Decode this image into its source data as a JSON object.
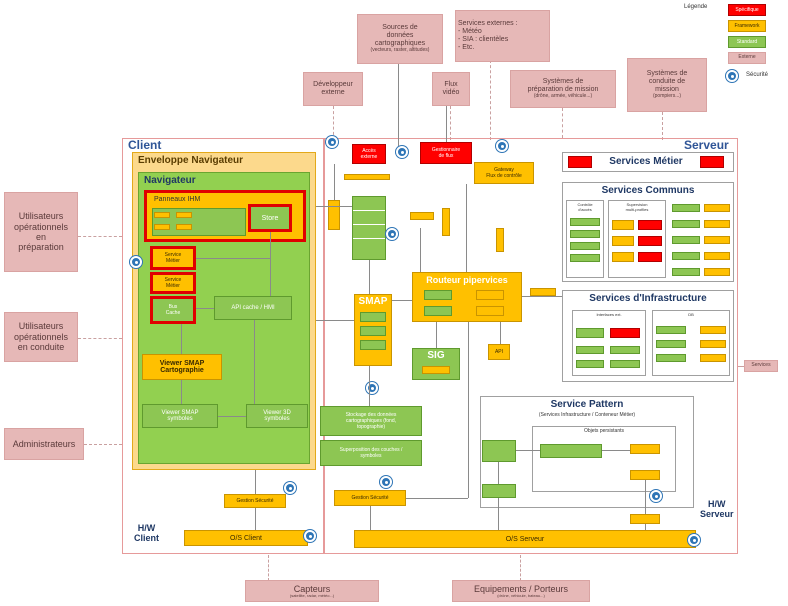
{
  "regions": {
    "client_label": "Client",
    "server_label": "Serveur",
    "hw_client": "H/W\nClient",
    "hw_server": "H/W\nServeur"
  },
  "actors": {
    "ops_prep": "Utilisateurs\nopérationnels\nen\npréparation",
    "ops_driving": "Utilisateurs\nopérationnels\nen conduite",
    "admins": "Administrateurs",
    "external_dev": "Développeur\nexterne",
    "carto_sources": "Sources de\ndonnées\ncartographiques",
    "carto_sources_sub": "(vecteurs, raster, altitudes)",
    "external_services": "Services externes :\n- Météo\n- SIA : clientèles\n- Etc.",
    "video_flows": "Flux\nvidéo",
    "prep_systems": "Systèmes de\npréparation de mission",
    "prep_systems_sub": "(drône, armée, véhicule...)",
    "driving_systems": "Systèmes de\nconduite de\nmission",
    "driving_systems_sub": "(pompiers...)",
    "sensors": "Capteurs",
    "sensors_sub": "(satellite, radar, météo...)",
    "equipment": "Equipements / Porteurs",
    "equipment_sub": "(drône, véhicule, bateau...)",
    "right_small": "Services"
  },
  "legend": {
    "title": "Légende",
    "specific": "Spécifique",
    "framework": "Framework",
    "standard": "Standard",
    "external": "Externe",
    "security": "Sécurité",
    "colors": {
      "specific": "#ff0000",
      "framework": "#ffc000",
      "standard": "#92d050",
      "external": "#e6b8b7",
      "security": "#2e75b6"
    }
  },
  "client": {
    "envelope_title": "Enveloppe Navigateur",
    "browser_title": "Navigateur",
    "hmi_panels": "Panneaux IHM",
    "store": "Store",
    "api_cache": "API cache / HMI",
    "smap_viewer": "Viewer SMAP\nCartographie",
    "smap_viewer2": "Viewer SMAP\nsymboles",
    "viewer_3d": "Viewer 3D\nsymboles",
    "red_a": "Service\nMétier",
    "red_b": "Service\nMétier",
    "red_c": "Bus\nCache",
    "security_mgr": "Gestion Sécurité",
    "os_client": "O/S Client"
  },
  "server": {
    "business_services": "Services Métier",
    "common_services": "Services Communs",
    "common_a": "Contrôle\nd'accès",
    "common_b": "Supervision\nmulti-profiles",
    "infra_services": "Services d'Infrastructure",
    "infra_a": "Interfaces ext.",
    "infra_b": "DB",
    "publish_sub": "Gateway\nFlux de contrôle",
    "gateway_red": "Gestionnaire\nde flux",
    "ext_access": "Accès\nexterne",
    "smap": "SMAP",
    "sig": "SIG",
    "router": "Routeur pipervices",
    "service_pattern": "Service Pattern",
    "service_pattern_sub": "(Services Infrastructure / Conteneur Métier)",
    "objects_sub": "Objets persistants",
    "storage": "Stockage des données\ncartographiques (fond,\ntopographie)",
    "stack": "Superposition des couches /\nsymboles",
    "security_mgr": "Gestion Sécurité",
    "os_server": "O/S Serveur",
    "api_chip": "API"
  }
}
